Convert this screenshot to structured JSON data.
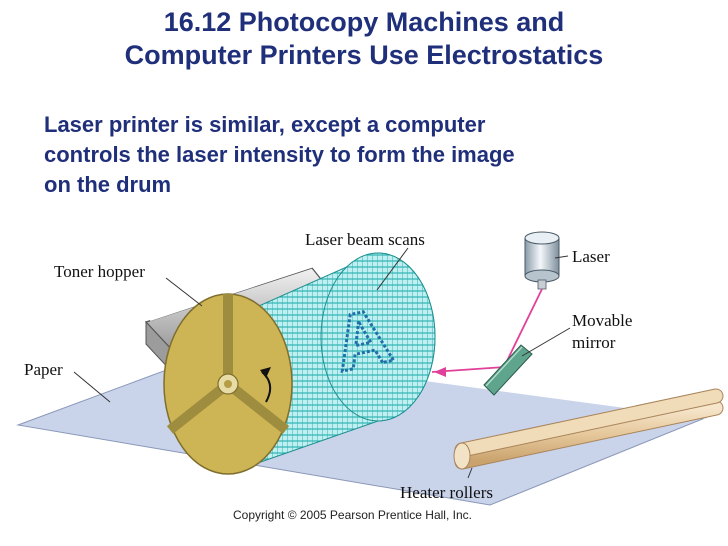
{
  "title": {
    "line1": "16.12 Photocopy Machines and",
    "line2": "Computer Printers Use Electrostatics"
  },
  "body": {
    "line1": "Laser printer is similar, except a computer",
    "line2": "controls the laser intensity to form the image",
    "line3": "on the drum"
  },
  "labels": {
    "laser_beam_scans": "Laser beam scans",
    "toner_hopper": "Toner hopper",
    "laser": "Laser",
    "movable": "Movable",
    "mirror": "mirror",
    "paper": "Paper",
    "heater_rollers": "Heater rollers"
  },
  "drum_image_letter": "A",
  "copyright": "Copyright © 2005 Pearson Prentice Hall, Inc.",
  "colors": {
    "title": "#1f2f7a",
    "drum_end": "#cdb455",
    "drum_mesh": "#2fb3b3",
    "laser_beam": "#e0409a",
    "paper": "#c9d3ea"
  }
}
